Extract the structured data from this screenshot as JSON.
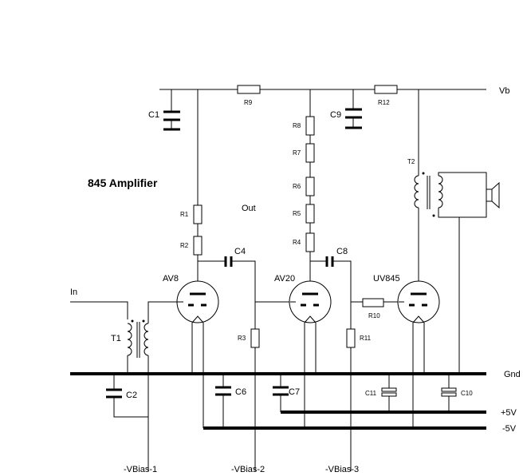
{
  "title": "845 Amplifier",
  "rails": {
    "vb": "Vb",
    "gnd": "Gnd",
    "plus5": "+5V",
    "minus5": "-5V"
  },
  "input_label": "In",
  "output_label": "Out",
  "tubes": {
    "t1": "AV8",
    "t2": "AV20",
    "t3": "UV845"
  },
  "transformers": {
    "input": "T1",
    "output": "T2"
  },
  "resistors": {
    "r1": "R1",
    "r2": "R2",
    "r3": "R3",
    "r4": "R4",
    "r5": "R5",
    "r6": "R6",
    "r7": "R7",
    "r8": "R8",
    "r9": "R9",
    "r10": "R10",
    "r11": "R11",
    "r12": "R12"
  },
  "capacitors": {
    "c1": "C1",
    "c2": "C2",
    "c4": "C4",
    "c6": "C6",
    "c7": "C7",
    "c8": "C8",
    "c9": "C9",
    "c10": "C10",
    "c11": "C11"
  },
  "bias": {
    "b1": "-VBias-1",
    "b2": "-VBias-2",
    "b3": "-VBias-3"
  }
}
